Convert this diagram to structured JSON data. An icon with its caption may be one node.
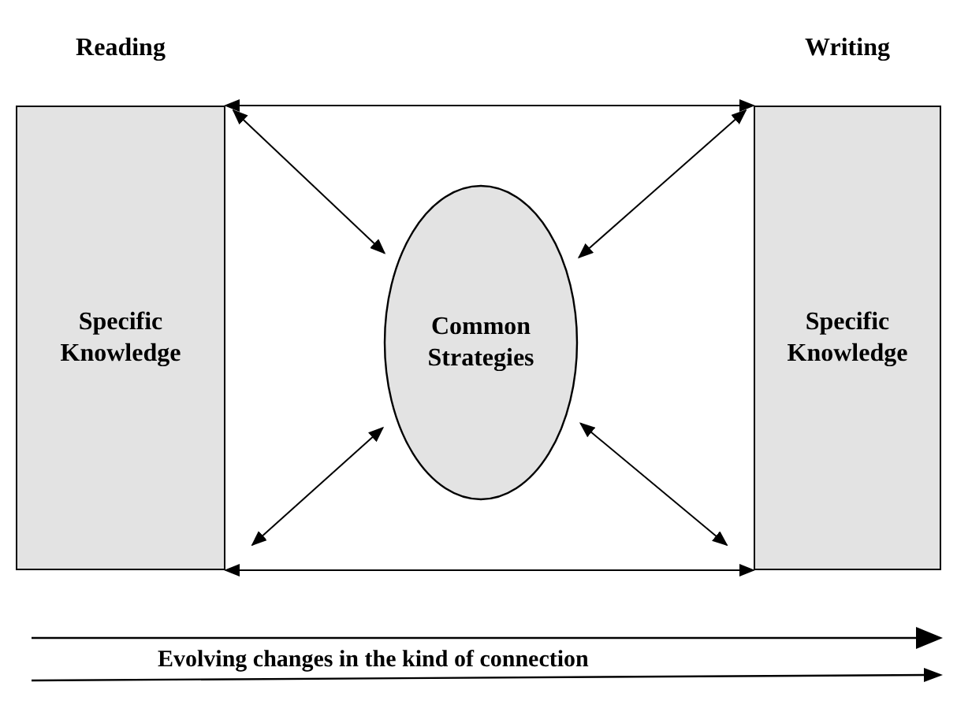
{
  "diagram": {
    "nodes": [
      {
        "text": [
          "Reading",
          "Specific Knowledge"
        ]
      },
      {
        "text": [
          "Common Strategies"
        ]
      },
      {
        "text": [
          "Writing",
          "Specific Knowledge"
        ]
      }
    ],
    "edges": [
      {
        "from": 0,
        "to": 2,
        "arrow": "both"
      },
      {
        "from": 0,
        "to": 2,
        "arrow": "both"
      },
      {
        "from": 0,
        "to": 1,
        "arrow": "both"
      },
      {
        "from": 2,
        "to": 1,
        "arrow": "both"
      },
      {
        "from": 0,
        "to": 1,
        "arrow": "both"
      },
      {
        "from": 2,
        "to": 1,
        "arrow": "both"
      }
    ],
    "labels": [
      "Evolving changes in the kind of connection"
    ]
  }
}
